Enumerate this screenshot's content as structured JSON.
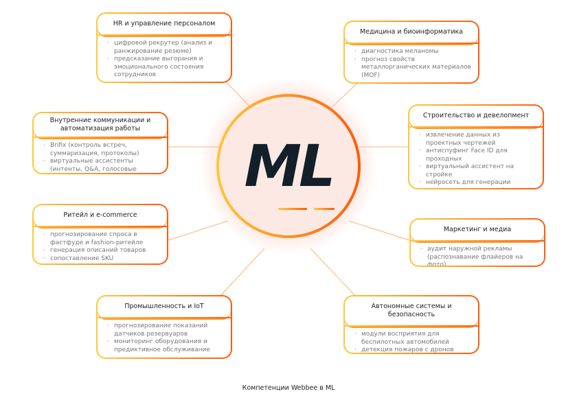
{
  "center": {
    "label": "ML"
  },
  "caption": "Компетенции Webbee в ML",
  "colors": {
    "gradient_start": "#ffc83a",
    "gradient_end": "#ff5a0a",
    "text": "#13202a"
  },
  "areas": [
    {
      "title": "HR и управление персоналом",
      "items": [
        "цифровой рекрутер (анализ и ранжирование резюме)",
        "предсказание выгорания и эмоционального состояния сотрудников"
      ]
    },
    {
      "title": "Медицина и биоинформатика",
      "items": [
        "диагностика меланомы",
        "прогноз свойств металлорганических материалов (MOF)"
      ]
    },
    {
      "title": "Внутренние коммуникации и автоматизация работы",
      "items": [
        "Brifix (контроль встреч, суммаризация, протоколы)",
        "виртуальные ассистенты (интенты, Q&A, голосовые интерфейсы)"
      ]
    },
    {
      "title": "Строительство и девелопмент",
      "items": [
        "извлечение данных из проектных чертежей",
        "антиспуфинг Face ID для проходных",
        "виртуальный ассистент на стройке",
        "нейросеть для генерации планировок помещений"
      ]
    },
    {
      "title": "Ритейл и e-commerce",
      "items": [
        "прогнозирование спроса в фастфуде и fashion-ритейле",
        "генерация описаний товаров",
        "сопоставление SKU"
      ]
    },
    {
      "title": "Маркетинг и медиа",
      "items": [
        "аудит наружной рекламы (распознавание флайеров на фото)"
      ]
    },
    {
      "title": "Промышленность и IoT",
      "items": [
        "прогнозирование показаний датчиков резервуаров",
        "мониторинг оборудования и предиктивное обслуживание"
      ]
    },
    {
      "title": "Автономные системы и безопасность",
      "items": [
        "модули восприятия для беспилотных автомобилей",
        "детекция пожаров с дронов"
      ]
    }
  ]
}
